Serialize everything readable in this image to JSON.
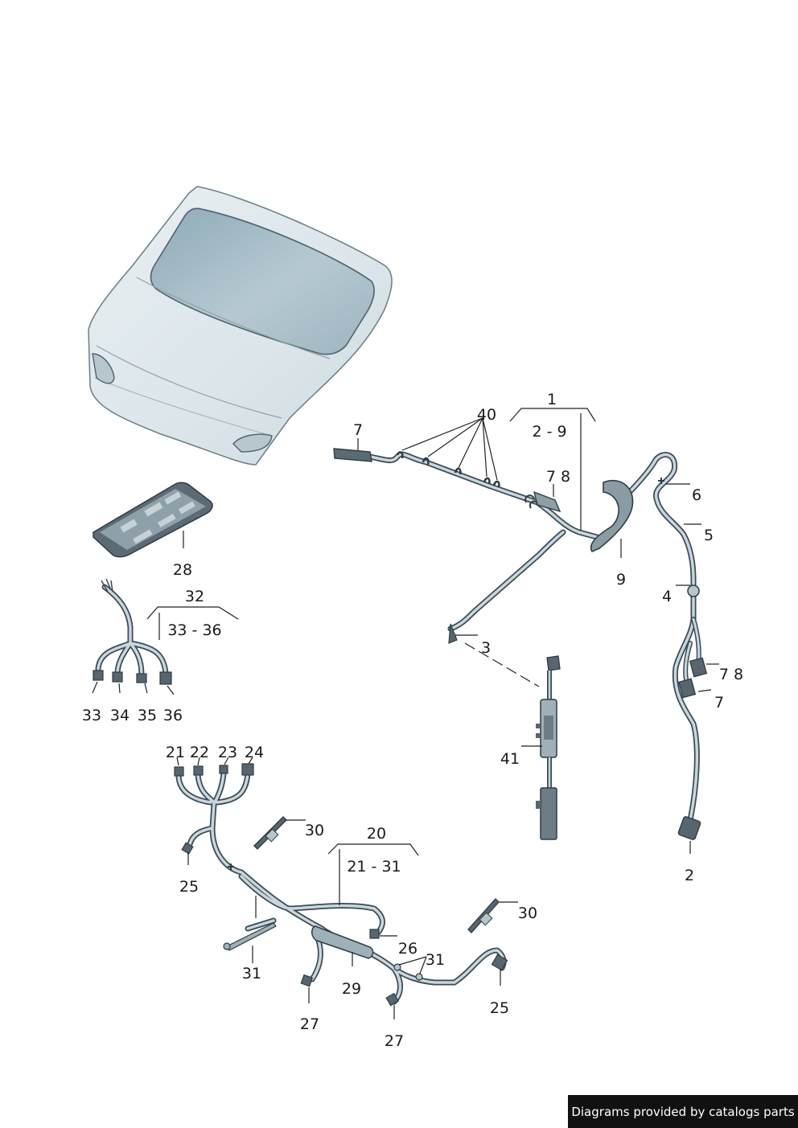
{
  "callouts": {
    "c1": "1",
    "c1_range": "2 - 9",
    "c2": "2",
    "c3": "3",
    "c4": "4",
    "c5": "5",
    "c6": "6",
    "c7a": "7",
    "c78a": "7 8",
    "c78b": "7 8",
    "c7b": "7",
    "c9": "9",
    "c20": "20",
    "c20_range": "21 - 31",
    "c21": "21",
    "c22": "22",
    "c23": "23",
    "c24": "24",
    "c25a": "25",
    "c25b": "25",
    "c26": "26",
    "c27a": "27",
    "c27b": "27",
    "c28": "28",
    "c29": "29",
    "c30a": "30",
    "c30b": "30",
    "c31a": "31",
    "c31b": "31",
    "c32": "32",
    "c32_range": "33 - 36",
    "c33": "33",
    "c34": "34",
    "c35": "35",
    "c36": "36",
    "c40": "40",
    "c41": "41"
  },
  "footer": {
    "credit": "Diagrams provided by catalogs parts"
  },
  "colors": {
    "body": "#dde7ec",
    "glass": "#9fb6c2",
    "cable": "#3a4a55",
    "connector": "#56656e"
  }
}
